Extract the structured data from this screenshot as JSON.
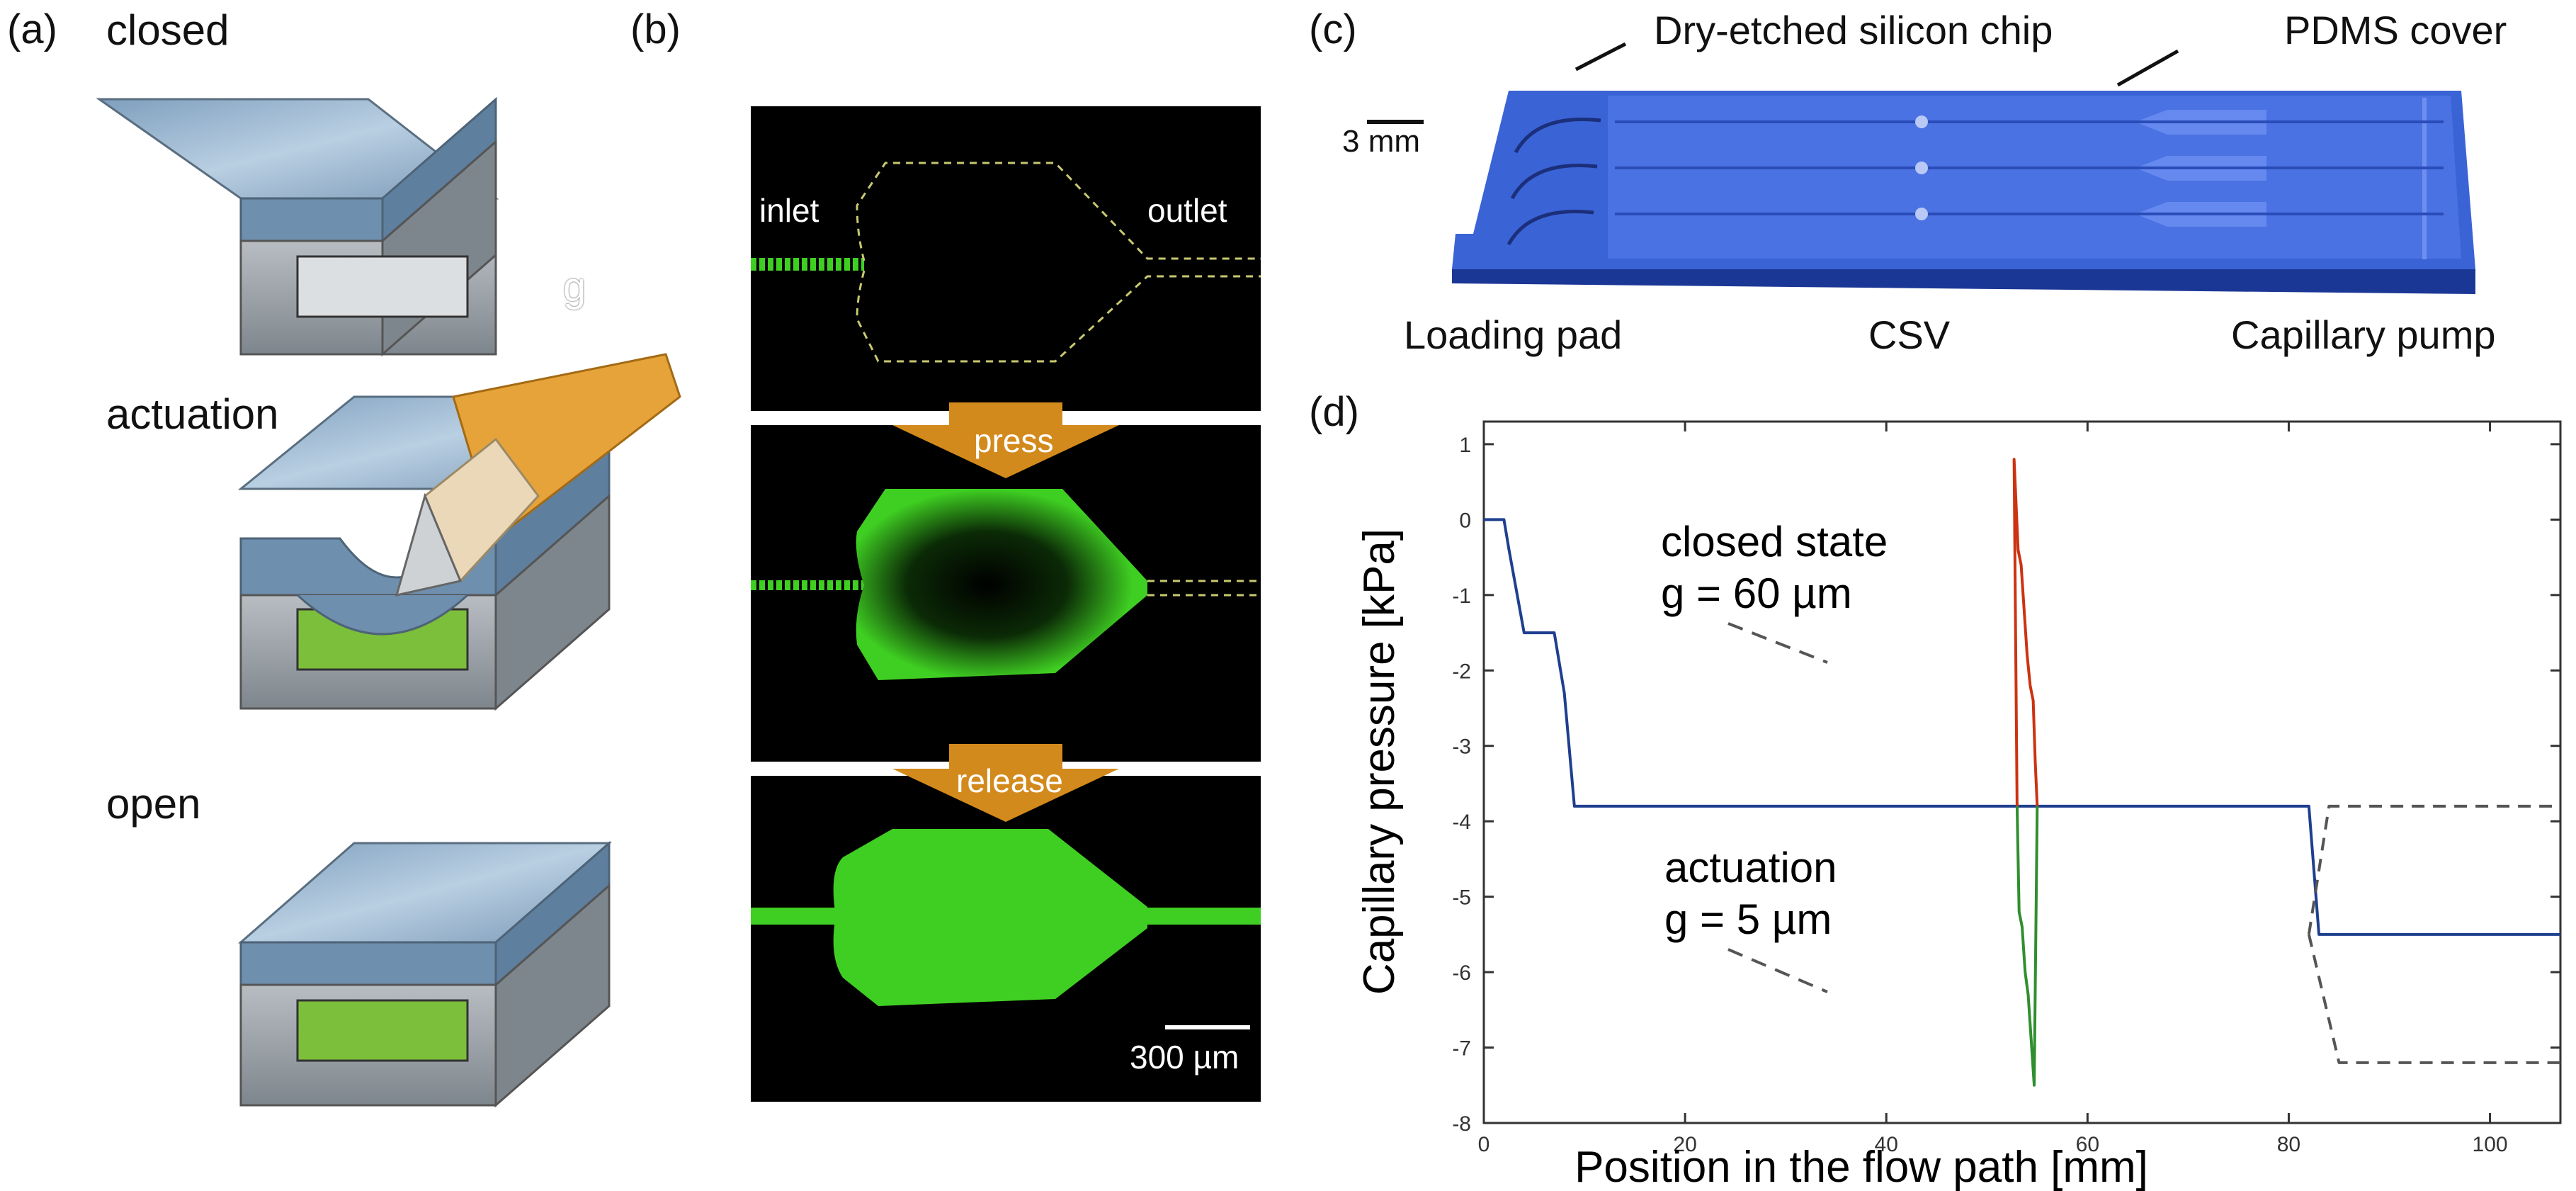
{
  "panel_a": {
    "label": "(a)",
    "states": [
      "closed",
      "actuation",
      "open"
    ],
    "gap_symbol": "g",
    "colors": {
      "cover": "#8eaecb",
      "base": "#9da3a8",
      "liquid": "#7cbf3a",
      "pencil_wood": "#e6a33a"
    }
  },
  "panel_b": {
    "label": "(b)",
    "inlet": "inlet",
    "outlet": "outlet",
    "press": "press",
    "release": "release",
    "scale_bar": "300 µm",
    "colors": {
      "background": "#000000",
      "fluorescence": "#3fcf22",
      "arrow": "#d38a1c"
    }
  },
  "panel_c": {
    "label": "(c)",
    "chip_label": "Dry-etched silicon chip",
    "cover_label": "PDMS cover",
    "scale_bar": "3 mm",
    "regions": [
      "Loading pad",
      "CSV",
      "Capillary pump"
    ],
    "colors": {
      "chip": "#3a63d6"
    }
  },
  "panel_d": {
    "label": "(d)",
    "annotations": {
      "closed_line1": "closed state",
      "closed_line2": "g = 60 µm",
      "actuation_line1": "actuation",
      "actuation_line2": "g = 5 µm"
    }
  },
  "chart_data": {
    "type": "line",
    "xlabel": "Position in the flow path [mm]",
    "ylabel": "Capillary pressure [kPa]",
    "xlim": [
      0,
      107
    ],
    "ylim": [
      -8,
      1.3
    ],
    "xticks": [
      0,
      20,
      40,
      60,
      80,
      100
    ],
    "yticks": [
      1,
      0,
      -1,
      -2,
      -3,
      -4,
      -5,
      -6,
      -7,
      -8
    ],
    "grid": false,
    "series": [
      {
        "color": "#1f3f8f",
        "style": "solid",
        "x": [
          0,
          2,
          2.5,
          4,
          7,
          8,
          9,
          82,
          83,
          107
        ],
        "y": [
          0,
          0,
          -0.4,
          -1.5,
          -1.5,
          -2.3,
          -3.8,
          -3.8,
          -5.5,
          -5.5
        ]
      },
      {
        "color": "#cc3311",
        "style": "solid",
        "x": [
          53,
          52.7,
          53.1,
          53.4,
          53.7,
          54.0,
          54.3,
          54.6,
          54.8,
          55
        ],
        "y": [
          -3.8,
          0.8,
          -0.4,
          -0.6,
          -1.2,
          -1.8,
          -2.2,
          -2.4,
          -3.2,
          -3.8
        ]
      },
      {
        "color": "#2f8f2f",
        "style": "solid",
        "x": [
          53,
          53.2,
          53.5,
          53.8,
          54.1,
          54.4,
          54.7,
          55
        ],
        "y": [
          -3.8,
          -5.2,
          -5.4,
          -6.0,
          -6.3,
          -6.9,
          -7.5,
          -3.8
        ]
      },
      {
        "color": "#555555",
        "style": "dashed",
        "x": [
          82,
          84,
          107
        ],
        "y": [
          -5.5,
          -3.8,
          -3.8
        ]
      },
      {
        "color": "#555555",
        "style": "dashed",
        "x": [
          82,
          85,
          107
        ],
        "y": [
          -5.5,
          -7.2,
          -7.2
        ]
      }
    ]
  }
}
